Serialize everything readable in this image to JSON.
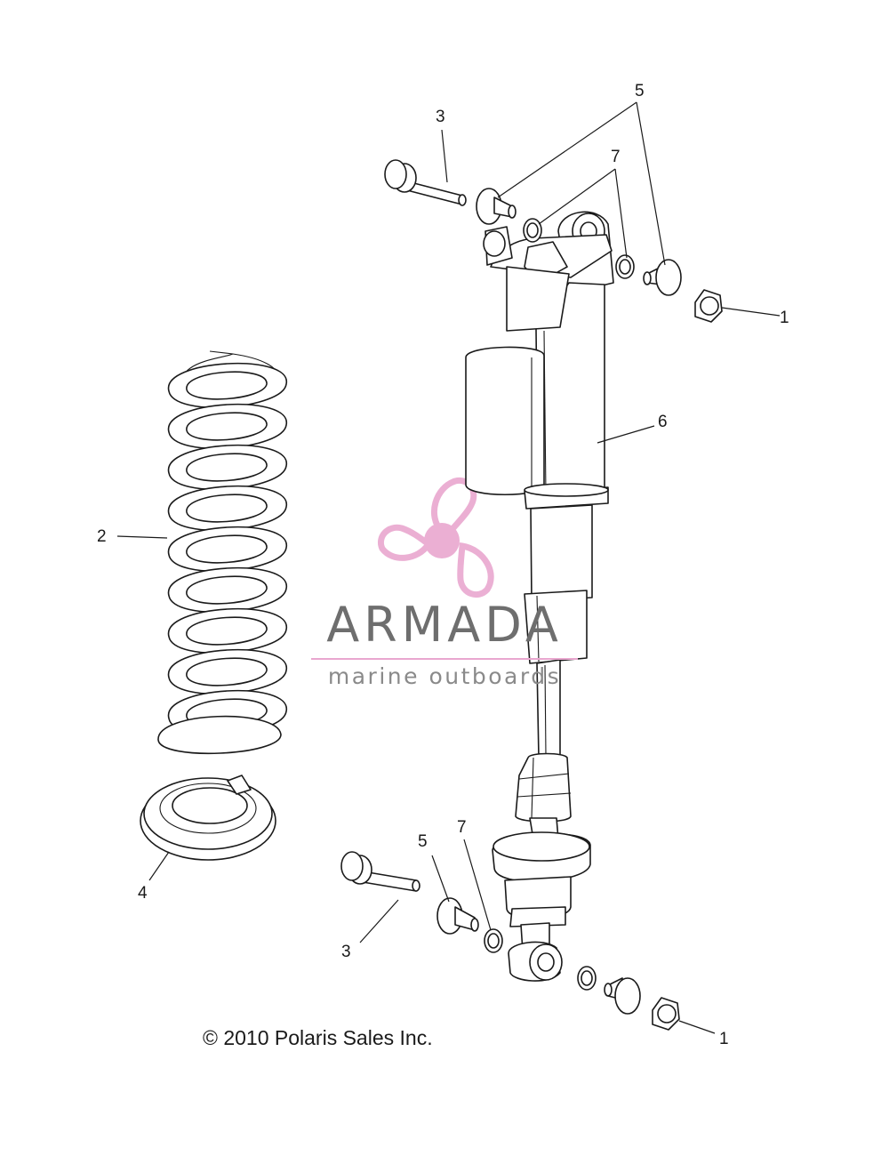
{
  "callouts": {
    "c1_top": "1",
    "c1_bottom": "1",
    "c2": "2",
    "c3_top": "3",
    "c3_bottom": "3",
    "c4": "4",
    "c5_top": "5",
    "c5_bottom": "5",
    "c6": "6",
    "c7_top": "7",
    "c7_bottom": "7"
  },
  "copyright": "© 2010 Polaris Sales Inc.",
  "watermark": {
    "title": "ARMADA",
    "subtitle": "marine outboards",
    "accent_color": "#e9a7cf"
  }
}
